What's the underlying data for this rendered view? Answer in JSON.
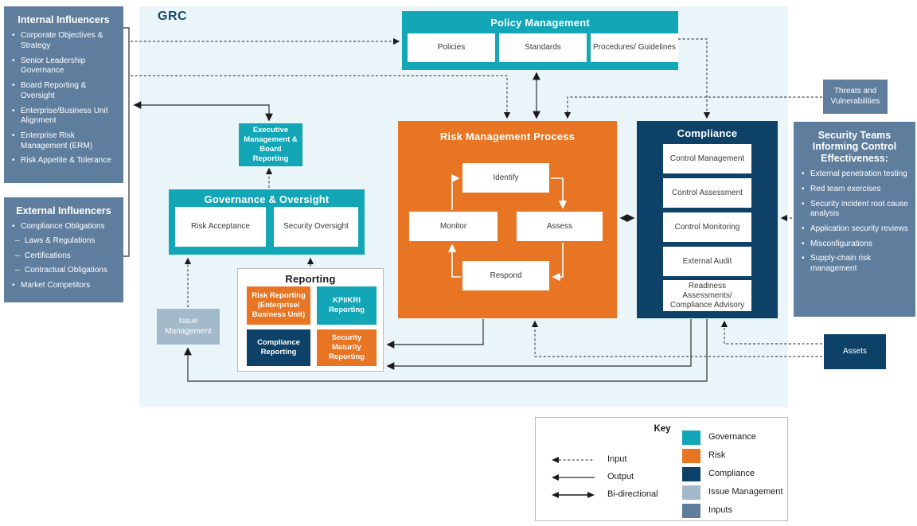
{
  "grc_label": "GRC",
  "colors": {
    "governance_teal": "#12A6B7",
    "risk_orange": "#E87523",
    "compliance_navy": "#0E4167",
    "issue_management_light_blue": "#A3BACB",
    "inputs_slate_blue": "#5F7E9E",
    "grc_background": "#E9F5F8"
  },
  "internal_influencers": {
    "title": "Internal Influencers",
    "items": [
      "Corporate Objectives & Strategy",
      "Senior Leadership Governance",
      "Board Reporting & Oversight",
      "Enterprise/Business Unit Alignment",
      "Enterprise Risk Management (ERM)",
      "Risk Appetite & Tolerance"
    ]
  },
  "external_influencers": {
    "title": "External Influencers",
    "items": [
      {
        "label": "Compliance Obligations",
        "sub": [
          "Laws & Regulations",
          "Certifications",
          "Contractual Obligations"
        ]
      },
      {
        "label": "Market Competitors",
        "sub": []
      }
    ]
  },
  "policy_management": {
    "title": "Policy Management",
    "boxes": [
      "Policies",
      "Standards",
      "Procedures/ Guidelines"
    ]
  },
  "executive_management": {
    "label": "Executive Management & Board Reporting"
  },
  "governance_oversight": {
    "title": "Governance & Oversight",
    "boxes": [
      "Risk Acceptance",
      "Security Oversight"
    ]
  },
  "risk_management": {
    "title": "Risk Management Process",
    "steps": {
      "identify": "Identify",
      "assess": "Assess",
      "respond": "Respond",
      "monitor": "Monitor"
    }
  },
  "compliance": {
    "title": "Compliance",
    "boxes": [
      "Control Management",
      "Control Assessment",
      "Control Monitoring",
      "External Audit",
      "Readiness Assessments/ Compliance Advisory"
    ]
  },
  "reporting": {
    "title": "Reporting",
    "boxes": [
      "Risk Reporting (Enterprise/ Business Unit)",
      "KPI/KRI Reporting",
      "Compliance Reporting",
      "Security Maturity Reporting"
    ]
  },
  "issue_management": {
    "label": "Issue Management"
  },
  "threats": {
    "label": "Threats and Vulnerabilities"
  },
  "assets": {
    "label": "Assets"
  },
  "security_teams": {
    "title": "Security Teams Informing Control Effectiveness:",
    "items": [
      "External penetration testing",
      "Red team exercises",
      "Security incident root cause analysis",
      "Application security reviews",
      "Misconfigurations",
      "Supply-chain risk management"
    ]
  },
  "key": {
    "title": "Key",
    "arrow_labels": {
      "input": "Input",
      "output": "Output",
      "bidirectional": "Bi-directional"
    },
    "swatch_labels": {
      "governance": "Governance",
      "risk": "Risk",
      "compliance": "Compliance",
      "issue": "Issue Management",
      "inputs": "Inputs"
    }
  }
}
